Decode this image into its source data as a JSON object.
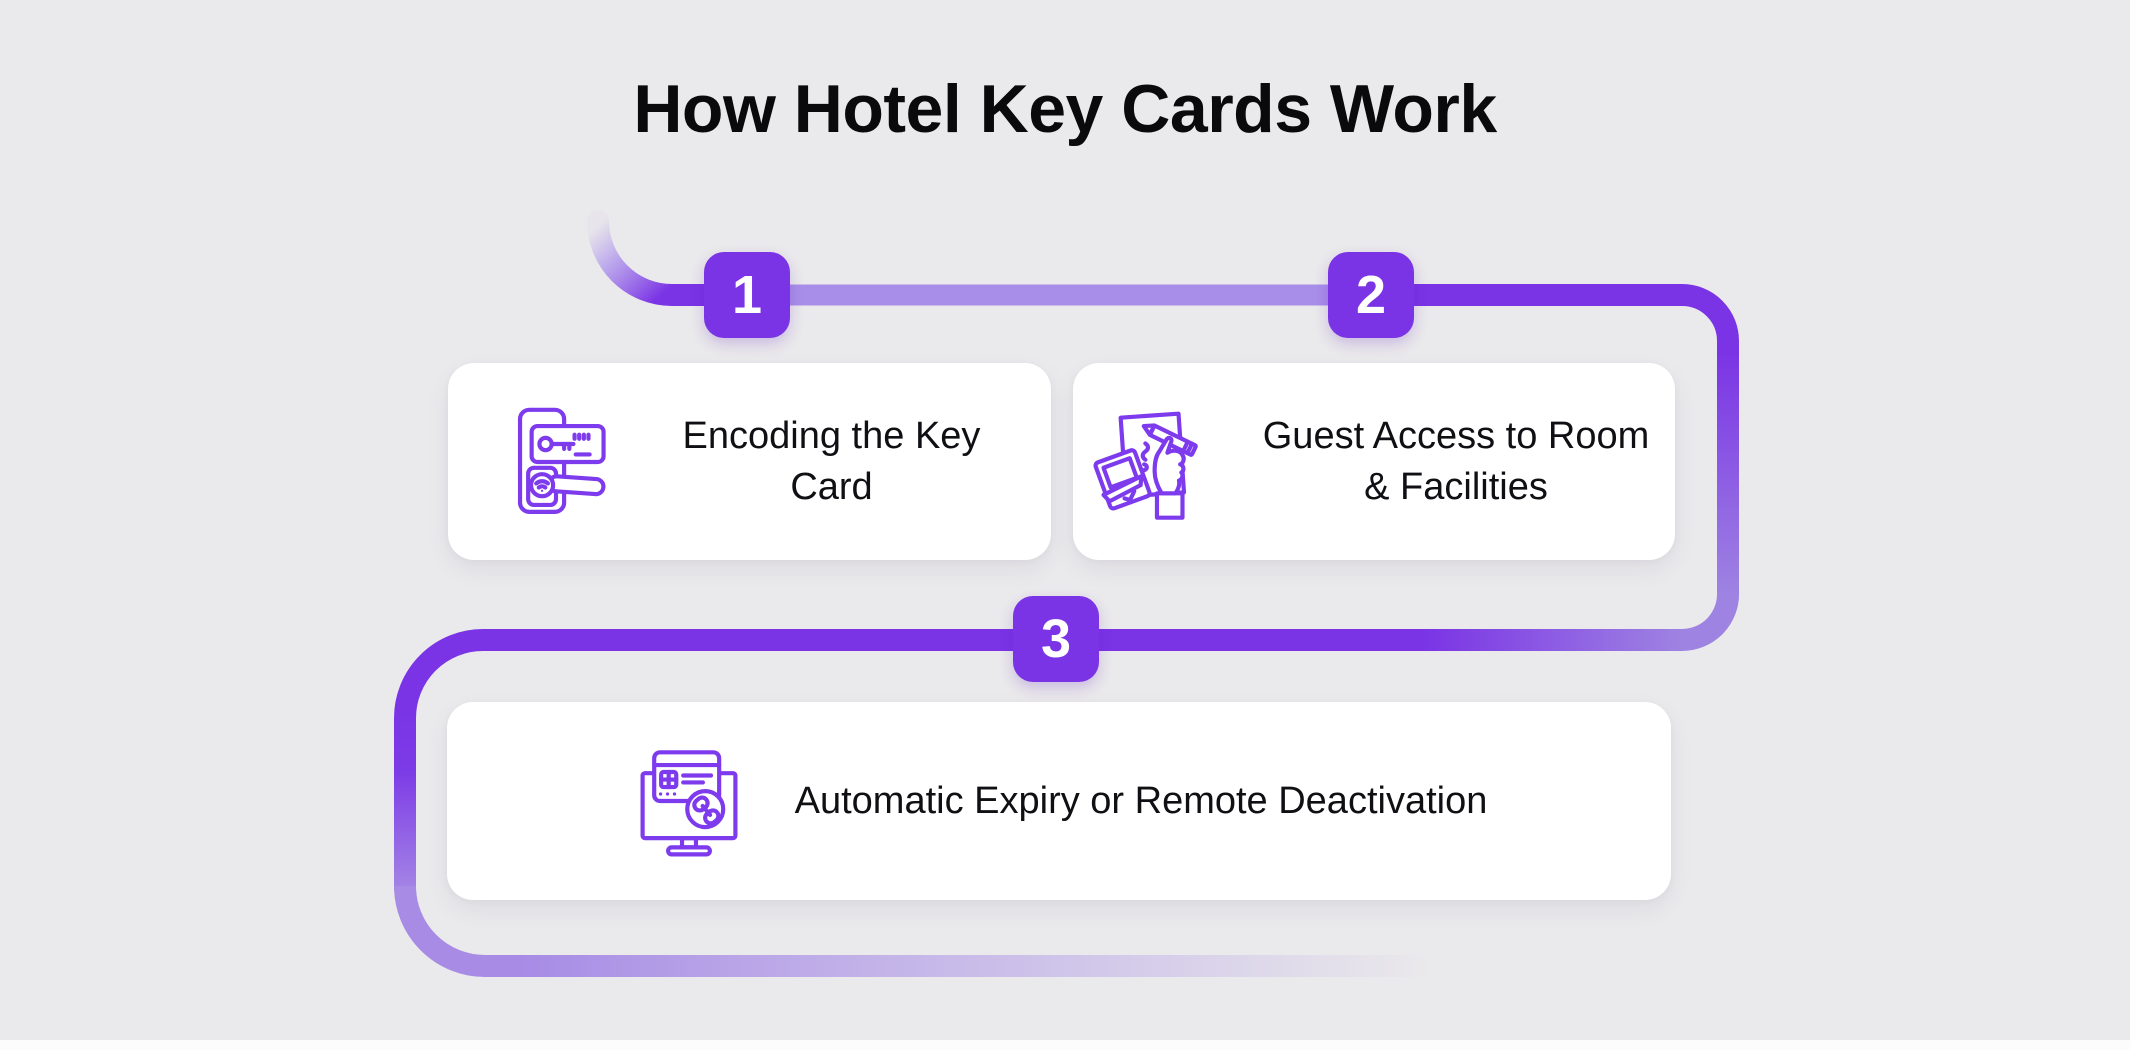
{
  "page": {
    "title": "How Hotel Key Cards Work"
  },
  "colors": {
    "background": "#EAE9EB",
    "accent_dark": "#7A33E5",
    "accent_light": "#A98EE9",
    "card_background": "#FFFFFF",
    "title_text": "#0A0A0C",
    "card_text": "#101014",
    "badge_text": "#FFFFFF",
    "icon_stroke": "#7D3BED"
  },
  "steps": [
    {
      "number": "1",
      "label": "Encoding the Key Card",
      "icon": "door-lock-keycard-icon"
    },
    {
      "number": "2",
      "label": "Guest Access to Room & Facilities",
      "icon": "hand-holding-keycards-icon"
    },
    {
      "number": "3",
      "label": "Automatic Expiry or Remote Deactivation",
      "icon": "monitor-keycard-link-icon"
    }
  ]
}
